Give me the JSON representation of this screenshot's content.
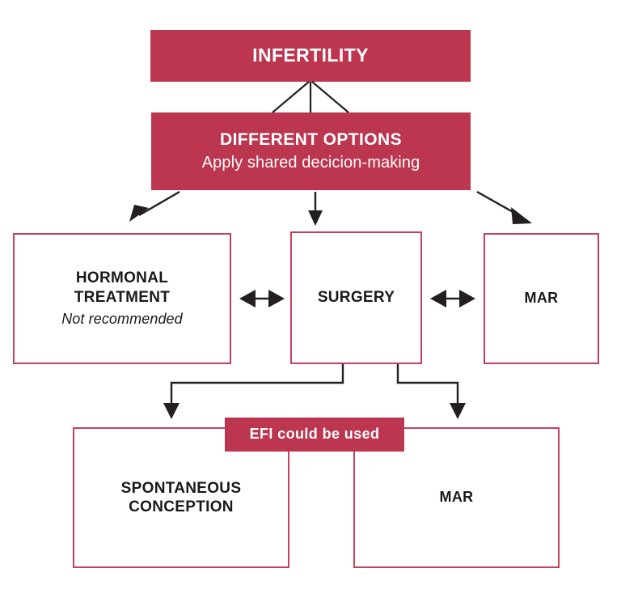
{
  "diagram": {
    "title": "Infertility management flowchart",
    "colors": {
      "brand_red": "#bc3650",
      "outline_red": "#c9405c",
      "connector_black": "#231f20",
      "text_dark": "#1a1a1a",
      "text_light": "#ffffff",
      "background": "#ffffff"
    }
  },
  "nodes": {
    "infertility": {
      "label": "INFERTILITY",
      "style": "filled"
    },
    "different_options": {
      "label": "DIFFERENT OPTIONS",
      "subtitle": "Apply shared decicion-making",
      "style": "filled"
    },
    "hormonal_treatment": {
      "line1": "HORMONAL",
      "line2": "TREATMENT",
      "note": "Not recommended",
      "style": "outline"
    },
    "surgery": {
      "label": "SURGERY",
      "style": "outline"
    },
    "mar_middle": {
      "label": "MAR",
      "style": "outline"
    },
    "efi_badge": {
      "label": "EFI could be used",
      "style": "filled"
    },
    "spontaneous_conception": {
      "line1": "SPONTANEOUS",
      "line2": "CONCEPTION",
      "style": "outline"
    },
    "mar_bottom": {
      "label": "MAR",
      "style": "outline"
    }
  },
  "connectors": [
    {
      "from": "infertility",
      "to": "different_options",
      "kind": "fan-left",
      "arrow": "none"
    },
    {
      "from": "infertility",
      "to": "different_options",
      "kind": "vertical",
      "arrow": "none"
    },
    {
      "from": "infertility",
      "to": "different_options",
      "kind": "fan-right",
      "arrow": "none"
    },
    {
      "from": "different_options",
      "to": "hormonal_treatment",
      "kind": "diagonal-left",
      "arrow": "single"
    },
    {
      "from": "different_options",
      "to": "surgery",
      "kind": "vertical",
      "arrow": "single"
    },
    {
      "from": "different_options",
      "to": "mar_middle",
      "kind": "diagonal-right",
      "arrow": "single"
    },
    {
      "from": "hormonal_treatment",
      "to": "surgery",
      "kind": "horizontal",
      "arrow": "double"
    },
    {
      "from": "surgery",
      "to": "mar_middle",
      "kind": "horizontal",
      "arrow": "double"
    },
    {
      "from": "surgery",
      "to": "spontaneous_conception",
      "kind": "elbow-left",
      "arrow": "single"
    },
    {
      "from": "surgery",
      "to": "mar_bottom",
      "kind": "elbow-right",
      "arrow": "single"
    }
  ]
}
